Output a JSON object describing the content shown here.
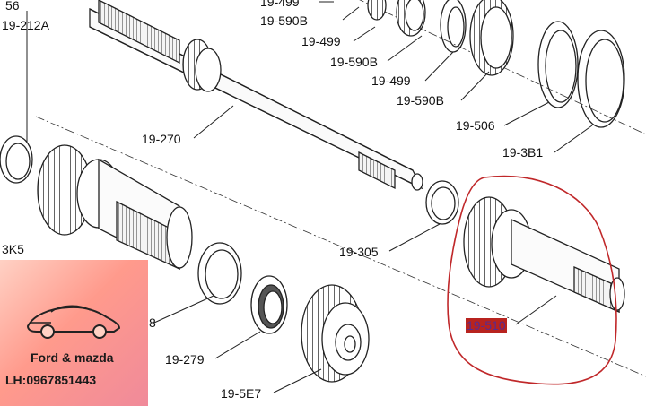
{
  "labels": {
    "l1": "19-499",
    "l2": "19-590B",
    "l3": "56",
    "l4": "19-212A",
    "l5": "19-499",
    "l6": "19-590B",
    "l7": "19-499",
    "l8": "19-590B",
    "l9": "19-270",
    "l10": "19-506",
    "l11": "19-3B1",
    "l12": "3K5",
    "l13": "19-305",
    "l14": "8",
    "l15": "19-279",
    "l16": "19-5E7",
    "l17": "19-510"
  },
  "brand": {
    "name": "Ford & mazda",
    "phone": "LH:0967851443"
  },
  "colors": {
    "highlight_circle": "#c0282a",
    "line_art": "#222222"
  }
}
